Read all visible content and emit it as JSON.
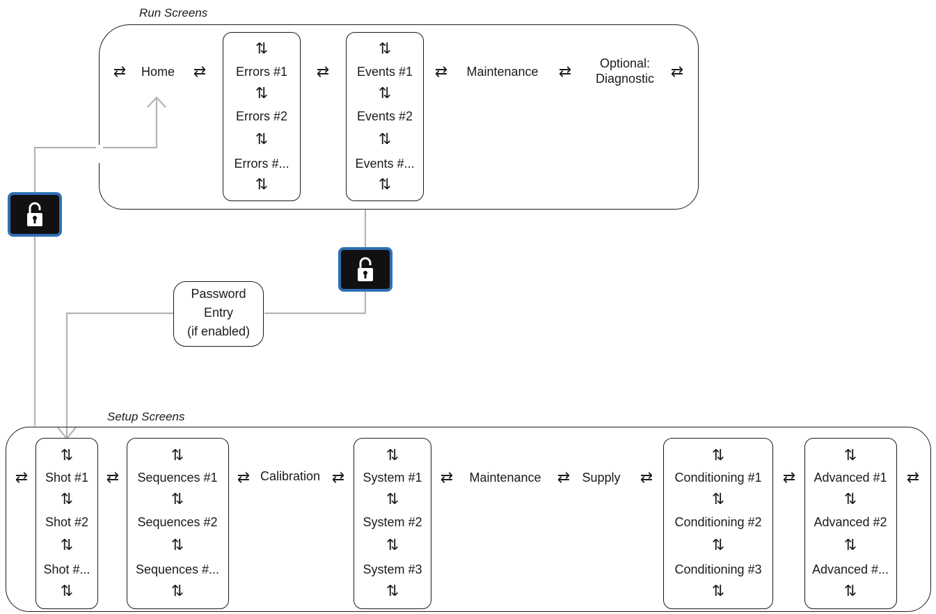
{
  "run_screens": {
    "label": "Run Screens",
    "home": "Home",
    "errors": [
      "Errors #1",
      "Errors #2",
      "Errors #..."
    ],
    "events": [
      "Events #1",
      "Events #2",
      "Events #..."
    ],
    "maintenance": "Maintenance",
    "optional_diagnostic": [
      "Optional:",
      "Diagnostic"
    ]
  },
  "password_entry": [
    "Password",
    "Entry",
    "(if enabled)"
  ],
  "setup_screens": {
    "label": "Setup Screens",
    "shot": [
      "Shot #1",
      "Shot #2",
      "Shot #..."
    ],
    "sequences": [
      "Sequences #1",
      "Sequences #2",
      "Sequences #..."
    ],
    "calibration": "Calibration",
    "system": [
      "System #1",
      "System #2",
      "System #3"
    ],
    "maintenance": "Maintenance",
    "supply": "Supply",
    "conditioning": [
      "Conditioning #1",
      "Conditioning #2",
      "Conditioning #3"
    ],
    "advanced": [
      "Advanced #1",
      "Advanced #2",
      "Advanced #..."
    ]
  },
  "icons": {
    "lock": "unlock-padlock-icon",
    "horizontal_arrow": "⇄",
    "vertical_arrow": "⇅"
  },
  "colors": {
    "line": "#1a1a1a",
    "connector": "#b3b3b3",
    "lock_bg": "#111111",
    "lock_border": "#2f6fb5"
  }
}
